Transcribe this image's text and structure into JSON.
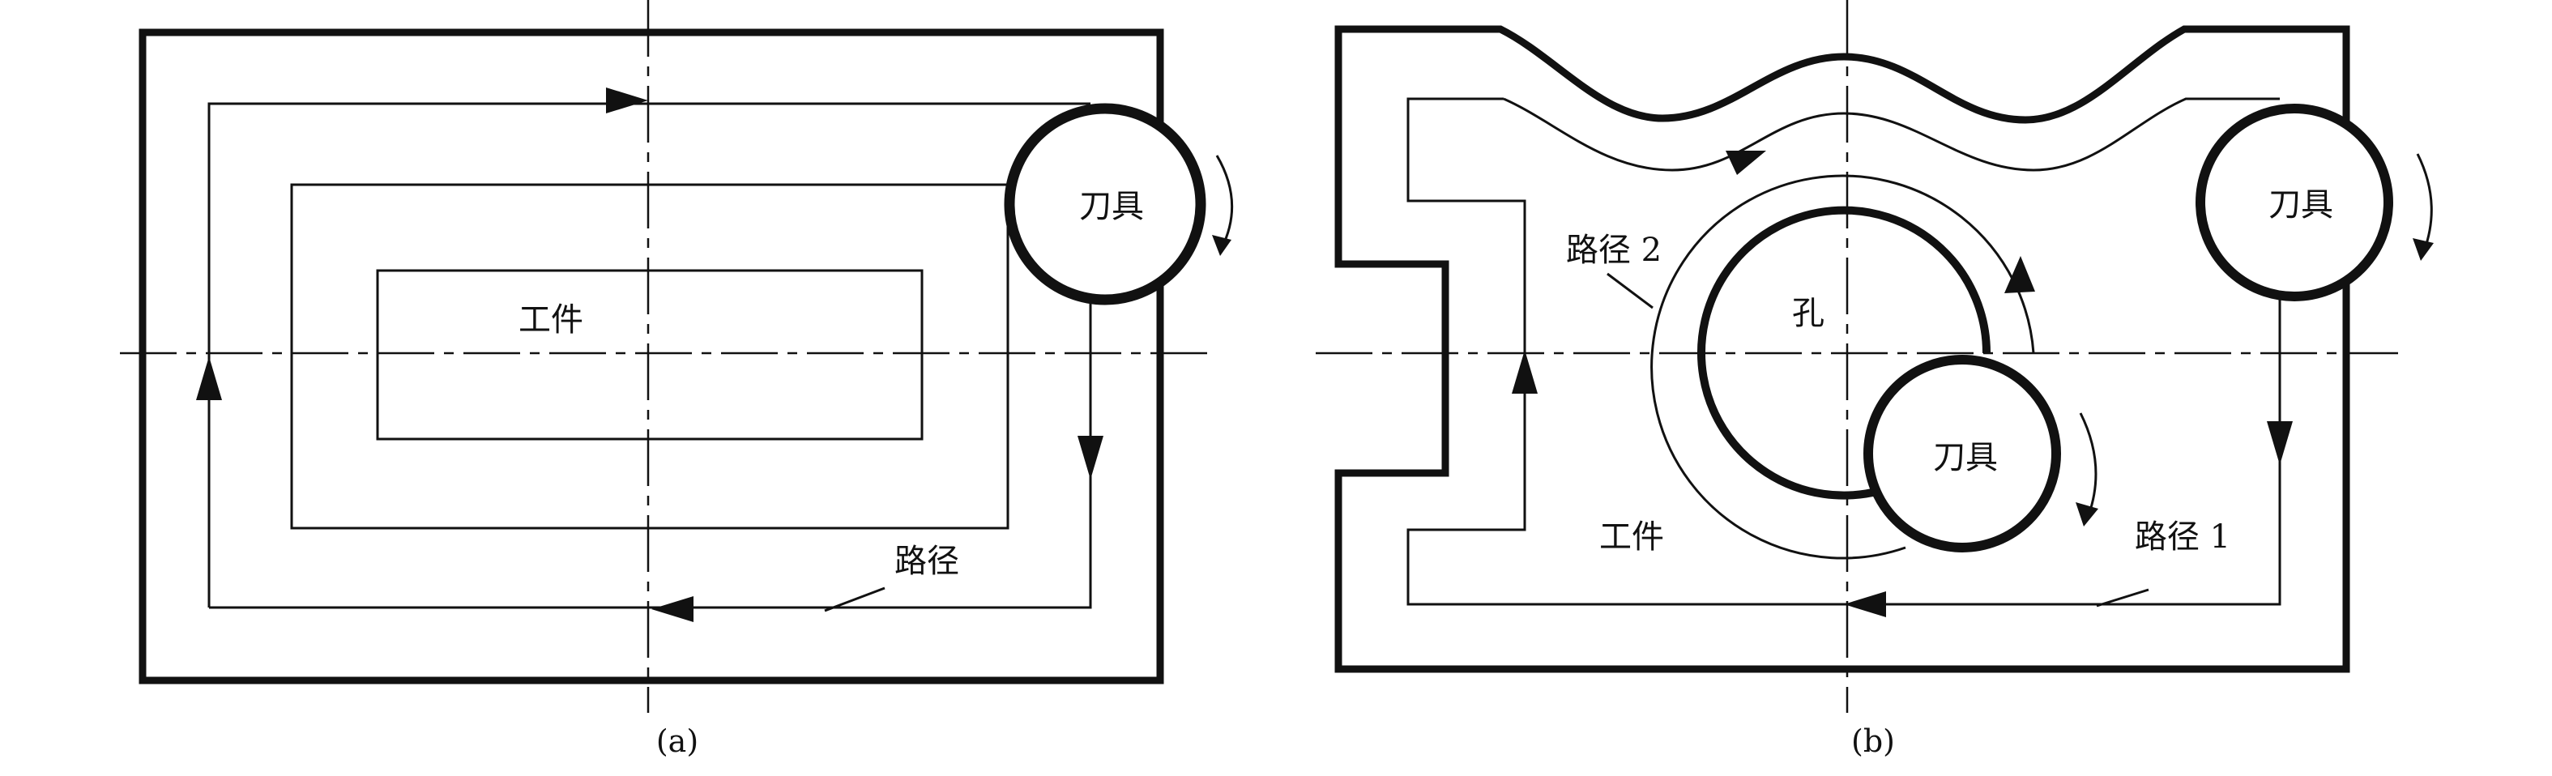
{
  "panel_a": {
    "tool_label": "刀具",
    "workpiece_label": "工件",
    "path_label": "路径",
    "caption": "(a)"
  },
  "panel_b": {
    "tool_label_right": "刀具",
    "tool_label_hole": "刀具",
    "hole_label": "孔",
    "workpiece_label": "工件",
    "path2_label": "路径 2",
    "path1_label": "路径 1",
    "caption": "(b)"
  }
}
